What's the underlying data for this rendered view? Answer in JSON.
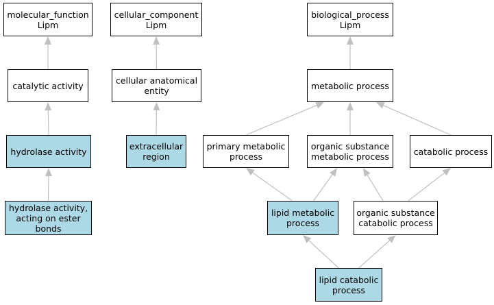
{
  "colors": {
    "node_border": "#000000",
    "node_fill": "#ffffff",
    "highlight_fill": "#add8e6",
    "edge": "#c0c0c0"
  },
  "nodes": {
    "molecular_function": "molecular_function\nLipm",
    "cellular_component": "cellular_component\nLipm",
    "biological_process": "biological_process\nLipm",
    "catalytic_activity": "catalytic activity",
    "cellular_anatomical_entity": "cellular anatomical\nentity",
    "metabolic_process": "metabolic process",
    "hydrolase_activity": "hydrolase activity",
    "extracellular_region": "extracellular\nregion",
    "primary_metabolic_process": "primary metabolic\nprocess",
    "organic_substance_metabolic_process": "organic substance\nmetabolic process",
    "catabolic_process": "catabolic process",
    "hydrolase_activity_ester": "hydrolase activity,\nacting on ester\nbonds",
    "lipid_metabolic_process": "lipid metabolic\nprocess",
    "organic_substance_catabolic_process": "organic substance\ncatabolic process",
    "lipid_catabolic_process": "lipid catabolic\nprocess"
  },
  "highlighted": [
    "hydrolase_activity",
    "extracellular_region",
    "hydrolase_activity_ester",
    "lipid_metabolic_process",
    "lipid_catabolic_process"
  ],
  "edges": [
    {
      "from": "catalytic_activity",
      "to": "molecular_function"
    },
    {
      "from": "cellular_anatomical_entity",
      "to": "cellular_component"
    },
    {
      "from": "metabolic_process",
      "to": "biological_process"
    },
    {
      "from": "hydrolase_activity",
      "to": "catalytic_activity"
    },
    {
      "from": "extracellular_region",
      "to": "cellular_anatomical_entity"
    },
    {
      "from": "primary_metabolic_process",
      "to": "metabolic_process"
    },
    {
      "from": "organic_substance_metabolic_process",
      "to": "metabolic_process"
    },
    {
      "from": "catabolic_process",
      "to": "metabolic_process"
    },
    {
      "from": "hydrolase_activity_ester",
      "to": "hydrolase_activity"
    },
    {
      "from": "lipid_metabolic_process",
      "to": "primary_metabolic_process"
    },
    {
      "from": "lipid_metabolic_process",
      "to": "organic_substance_metabolic_process"
    },
    {
      "from": "organic_substance_catabolic_process",
      "to": "organic_substance_metabolic_process"
    },
    {
      "from": "organic_substance_catabolic_process",
      "to": "catabolic_process"
    },
    {
      "from": "lipid_catabolic_process",
      "to": "lipid_metabolic_process"
    },
    {
      "from": "lipid_catabolic_process",
      "to": "organic_substance_catabolic_process"
    }
  ]
}
